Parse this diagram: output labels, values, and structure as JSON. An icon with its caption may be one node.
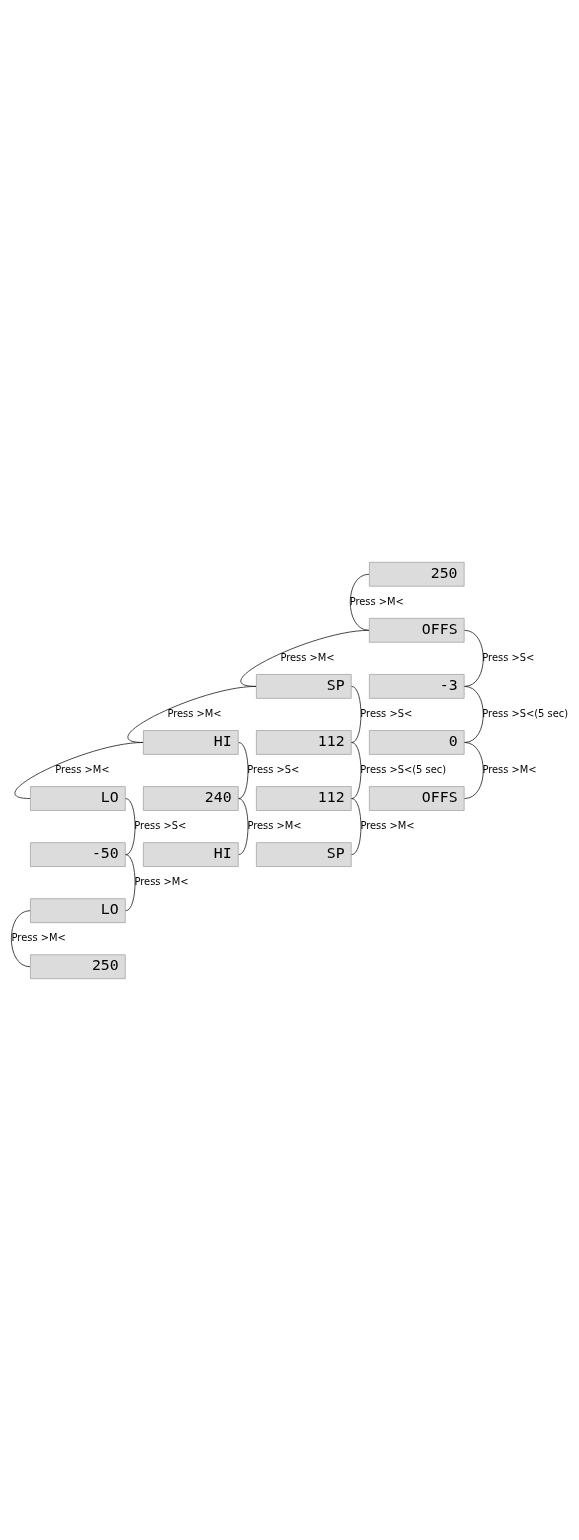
{
  "diagram": {
    "nodes": [
      {
        "text": [
          "250"
        ]
      },
      {
        "text": [
          "OFFS"
        ]
      },
      {
        "text": [
          "-3"
        ]
      },
      {
        "text": [
          "0"
        ]
      },
      {
        "text": [
          "OFFS"
        ]
      },
      {
        "text": [
          "SP"
        ]
      },
      {
        "text": [
          "112"
        ]
      },
      {
        "text": [
          "112"
        ]
      },
      {
        "text": [
          "SP"
        ]
      },
      {
        "text": [
          "HI"
        ]
      },
      {
        "text": [
          "240"
        ]
      },
      {
        "text": [
          "HI"
        ]
      },
      {
        "text": [
          "LO"
        ]
      },
      {
        "text": [
          "-50"
        ]
      },
      {
        "text": [
          "LO"
        ]
      },
      {
        "text": [
          "250"
        ]
      }
    ],
    "edges": [
      {
        "from": 0,
        "to": 1,
        "arrow": "none",
        "label": "Press >M<"
      },
      {
        "from": 1,
        "to": 2,
        "arrow": "none",
        "label": "Press >S<"
      },
      {
        "from": 2,
        "to": 3,
        "arrow": "none",
        "label": "Press >S<(5 sec)"
      },
      {
        "from": 3,
        "to": 4,
        "arrow": "none",
        "label": "Press >M<"
      },
      {
        "from": 1,
        "to": 5,
        "arrow": "none",
        "label": "Press >M<"
      },
      {
        "from": 5,
        "to": 6,
        "arrow": "none",
        "label": "Press >S<"
      },
      {
        "from": 6,
        "to": 7,
        "arrow": "none",
        "label": "Press >S<(5 sec)"
      },
      {
        "from": 7,
        "to": 8,
        "arrow": "none",
        "label": "Press >M<"
      },
      {
        "from": 5,
        "to": 9,
        "arrow": "none",
        "label": "Press >M<"
      },
      {
        "from": 9,
        "to": 10,
        "arrow": "none",
        "label": "Press >S<"
      },
      {
        "from": 10,
        "to": 11,
        "arrow": "none",
        "label": "Press >M<"
      },
      {
        "from": 9,
        "to": 12,
        "arrow": "none",
        "label": "Press >M<"
      },
      {
        "from": 12,
        "to": 13,
        "arrow": "none",
        "label": "Press >S<"
      },
      {
        "from": 13,
        "to": 14,
        "arrow": "none",
        "label": "Press >M<"
      },
      {
        "from": 14,
        "to": 15,
        "arrow": "none",
        "label": "Press >M<"
      }
    ]
  }
}
